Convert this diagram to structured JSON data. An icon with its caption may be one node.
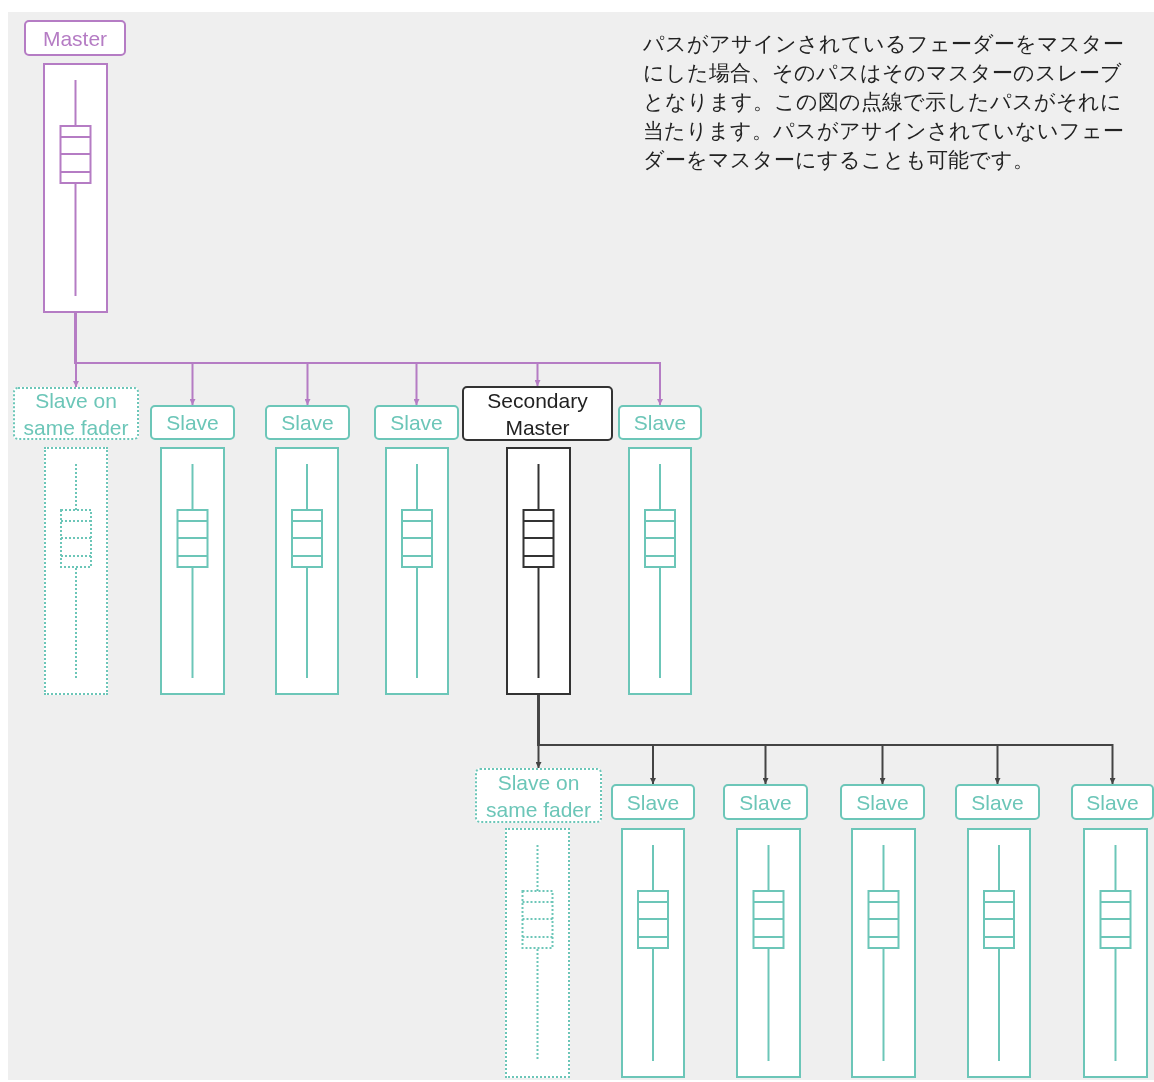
{
  "diagram": {
    "nodes": [
      {
        "text": [
          "Master"
        ]
      },
      {
        "text": [],
        "shape": "box"
      },
      {
        "text": [
          "Slave on same fader"
        ]
      },
      {
        "text": [
          "Slave"
        ]
      },
      {
        "text": [
          "Slave"
        ]
      },
      {
        "text": [
          "Slave"
        ]
      },
      {
        "text": [
          "Secondary Master"
        ]
      },
      {
        "text": [
          "Slave"
        ]
      },
      {
        "text": [],
        "shape": "box"
      },
      {
        "text": [],
        "shape": "box"
      },
      {
        "text": [],
        "shape": "box"
      },
      {
        "text": [],
        "shape": "box"
      },
      {
        "text": [],
        "shape": "box"
      },
      {
        "text": [],
        "shape": "box"
      },
      {
        "text": [
          "Slave on same fader"
        ]
      },
      {
        "text": [
          "Slave"
        ]
      },
      {
        "text": [
          "Slave"
        ]
      },
      {
        "text": [
          "Slave"
        ]
      },
      {
        "text": [
          "Slave"
        ]
      },
      {
        "text": [
          "Slave"
        ]
      },
      {
        "text": [],
        "shape": "box"
      },
      {
        "text": [],
        "shape": "box"
      },
      {
        "text": [],
        "shape": "box"
      },
      {
        "text": [],
        "shape": "box"
      },
      {
        "text": [],
        "shape": "box"
      },
      {
        "text": [],
        "shape": "box"
      }
    ],
    "edges": [
      {
        "from": 1,
        "to": 2,
        "arrow": "to",
        "color": "#b57cc4"
      },
      {
        "from": 1,
        "to": 3,
        "arrow": "to",
        "color": "#b57cc4"
      },
      {
        "from": 1,
        "to": 4,
        "arrow": "to",
        "color": "#b57cc4"
      },
      {
        "from": 1,
        "to": 5,
        "arrow": "to",
        "color": "#b57cc4"
      },
      {
        "from": 1,
        "to": 6,
        "arrow": "to",
        "color": "#b57cc4"
      },
      {
        "from": 1,
        "to": 7,
        "arrow": "to",
        "color": "#b57cc4"
      },
      {
        "from": 12,
        "to": 14,
        "arrow": "to",
        "color": "#444444"
      },
      {
        "from": 12,
        "to": 15,
        "arrow": "to",
        "color": "#444444"
      },
      {
        "from": 12,
        "to": 16,
        "arrow": "to",
        "color": "#444444"
      },
      {
        "from": 12,
        "to": 17,
        "arrow": "to",
        "color": "#444444"
      },
      {
        "from": 12,
        "to": 18,
        "arrow": "to",
        "color": "#444444"
      },
      {
        "from": 12,
        "to": 19,
        "arrow": "to",
        "color": "#444444"
      }
    ],
    "labels": [
      "パスがアサインされているフェーダーをマスターにした場合、そのパスはそのマスターのスレーブとなります。この図の点線で示したパスがそれに当たります。パスがアサインされていないフェーダーをマスターにすることも可能です。"
    ]
  }
}
